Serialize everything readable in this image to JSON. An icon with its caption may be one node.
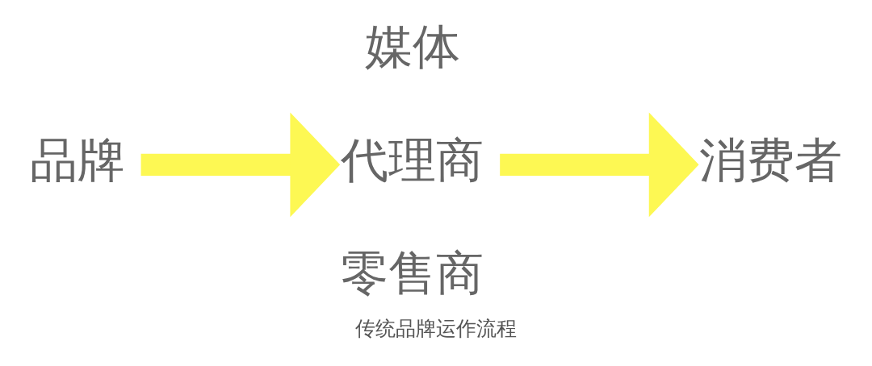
{
  "diagram": {
    "caption": "传统品牌运作流程",
    "nodes": [
      {
        "text": [
          "品牌"
        ]
      },
      {
        "text": [
          "媒体"
        ]
      },
      {
        "text": [
          "代理商"
        ]
      },
      {
        "text": [
          "零售商"
        ]
      },
      {
        "text": [
          "消费者"
        ]
      }
    ],
    "edges": [
      {
        "from": 0,
        "to": 2,
        "arrow": "to"
      },
      {
        "from": 2,
        "to": 4,
        "arrow": "to"
      }
    ]
  }
}
